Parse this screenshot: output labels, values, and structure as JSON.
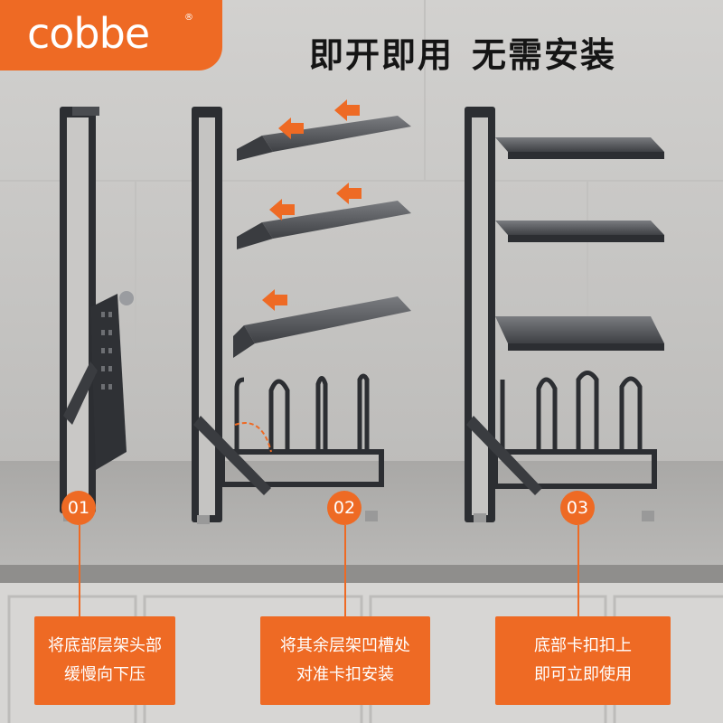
{
  "brand": {
    "logo": "cobbe",
    "registered": "®",
    "accent": "#ee6a24"
  },
  "headline": {
    "part1": "即开即用",
    "part2": "无需安装"
  },
  "steps": [
    {
      "number": "01",
      "text": "将底部层架头部\n缓慢向下压"
    },
    {
      "number": "02",
      "text": "将其余层架凹槽处\n对准卡扣安装"
    },
    {
      "number": "03",
      "text": "底部卡扣扣上\n即可立即使用"
    }
  ]
}
